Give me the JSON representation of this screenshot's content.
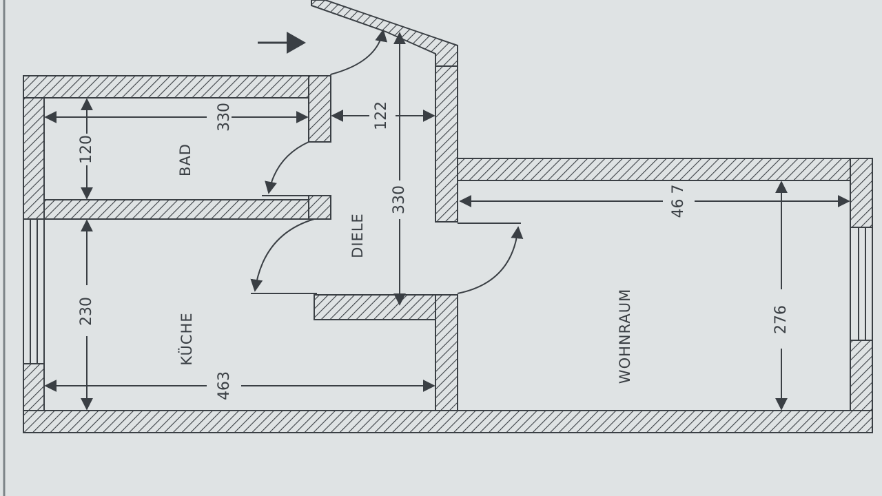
{
  "rooms": {
    "bad": "BAD",
    "kueche": "KÜCHE",
    "diele": "DIELE",
    "wohnraum": "WOHNRAUM"
  },
  "dimensions": {
    "bad_width": "330",
    "bad_depth": "120",
    "diele_width": "122",
    "diele_length": "330",
    "kueche_width": "463",
    "kueche_depth": "230",
    "wohnraum_width": "46 7",
    "wohnraum_depth": "276"
  },
  "colors": {
    "paper": "#dfe3e4",
    "ink": "#3a3f44"
  },
  "icons": {
    "entrance": "entrance-arrow-icon"
  }
}
